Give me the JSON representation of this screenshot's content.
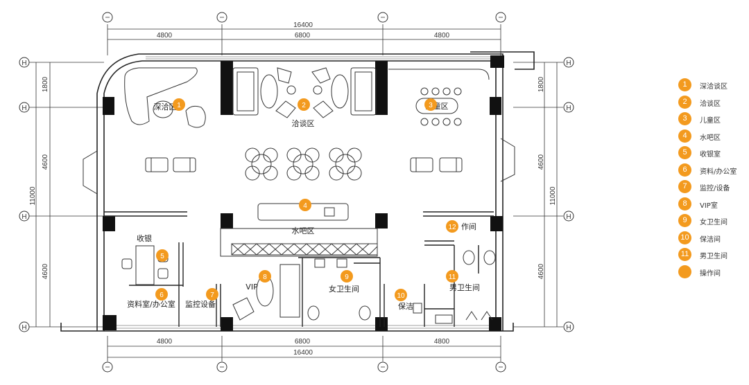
{
  "dimensions": {
    "top_total": "16400",
    "top_left": "4800",
    "top_mid": "6800",
    "top_right": "4800",
    "bottom_total": "16400",
    "bottom_left": "4800",
    "bottom_mid": "6800",
    "bottom_right": "4800",
    "left_total": "11000",
    "left_top": "1800",
    "left_mid": "4600",
    "left_bottom": "4600",
    "right_total": "11000",
    "right_top": "1800",
    "right_mid": "4600",
    "right_bottom": "4600"
  },
  "rooms": {
    "deep_talk": "深洽区",
    "talk": "洽谈区",
    "kids": "儿童区",
    "bar": "水吧区",
    "cashier": "收银",
    "office": "资料室/办公室",
    "monitor": "监控设备",
    "vip": "VIP",
    "women_wc": "女卫生间",
    "cleaning": "保洁",
    "men_wc": "男卫生间",
    "ops": "操作间"
  },
  "markers": [
    "1",
    "2",
    "3",
    "4",
    "5",
    "6",
    "7",
    "8",
    "9",
    "10",
    "11",
    "12"
  ],
  "legend": [
    {
      "num": "1",
      "label": "深洽谈区"
    },
    {
      "num": "2",
      "label": "洽谈区"
    },
    {
      "num": "3",
      "label": "儿童区"
    },
    {
      "num": "4",
      "label": "水吧区"
    },
    {
      "num": "5",
      "label": "收银室"
    },
    {
      "num": "6",
      "label": "资料/办公室"
    },
    {
      "num": "7",
      "label": "监控/设备"
    },
    {
      "num": "8",
      "label": "VIP室"
    },
    {
      "num": "9",
      "label": "女卫生间"
    },
    {
      "num": "10",
      "label": "保洁间"
    },
    {
      "num": "11",
      "label": "男卫生间"
    },
    {
      "num": "",
      "label": "操作间"
    }
  ],
  "axis_marks": {
    "left": "H",
    "right": "H"
  }
}
